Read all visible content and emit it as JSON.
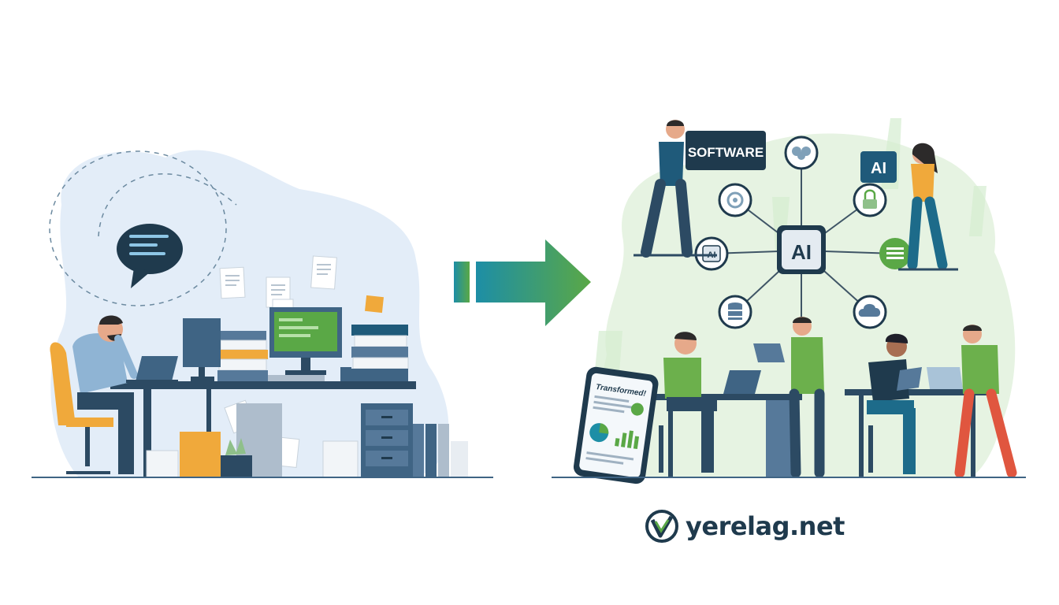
{
  "colors": {
    "navy": "#1f3a4d",
    "teal": "#1d8ea6",
    "green": "#5aa846",
    "orange": "#f0a93b",
    "blob_blue": "#e3edf8",
    "blob_green": "#e6f3e2"
  },
  "labels": {
    "software_sign": "SOFTWARE",
    "ai_sign_right": "AI",
    "ai_hub": "AI",
    "ai_small_node": "AI",
    "phone_heading": "Transformed!"
  },
  "hub_nodes": [
    {
      "icon": "brain-icon"
    },
    {
      "icon": "gear-brain-icon"
    },
    {
      "icon": "ai-chip-icon"
    },
    {
      "icon": "database-icon"
    },
    {
      "icon": "lock-icon"
    },
    {
      "icon": "spreadsheet-icon"
    },
    {
      "icon": "cloud-icon"
    }
  ],
  "brand": {
    "name": "yerelag.net",
    "logo_icon": "v-checkmark-logo-icon"
  }
}
